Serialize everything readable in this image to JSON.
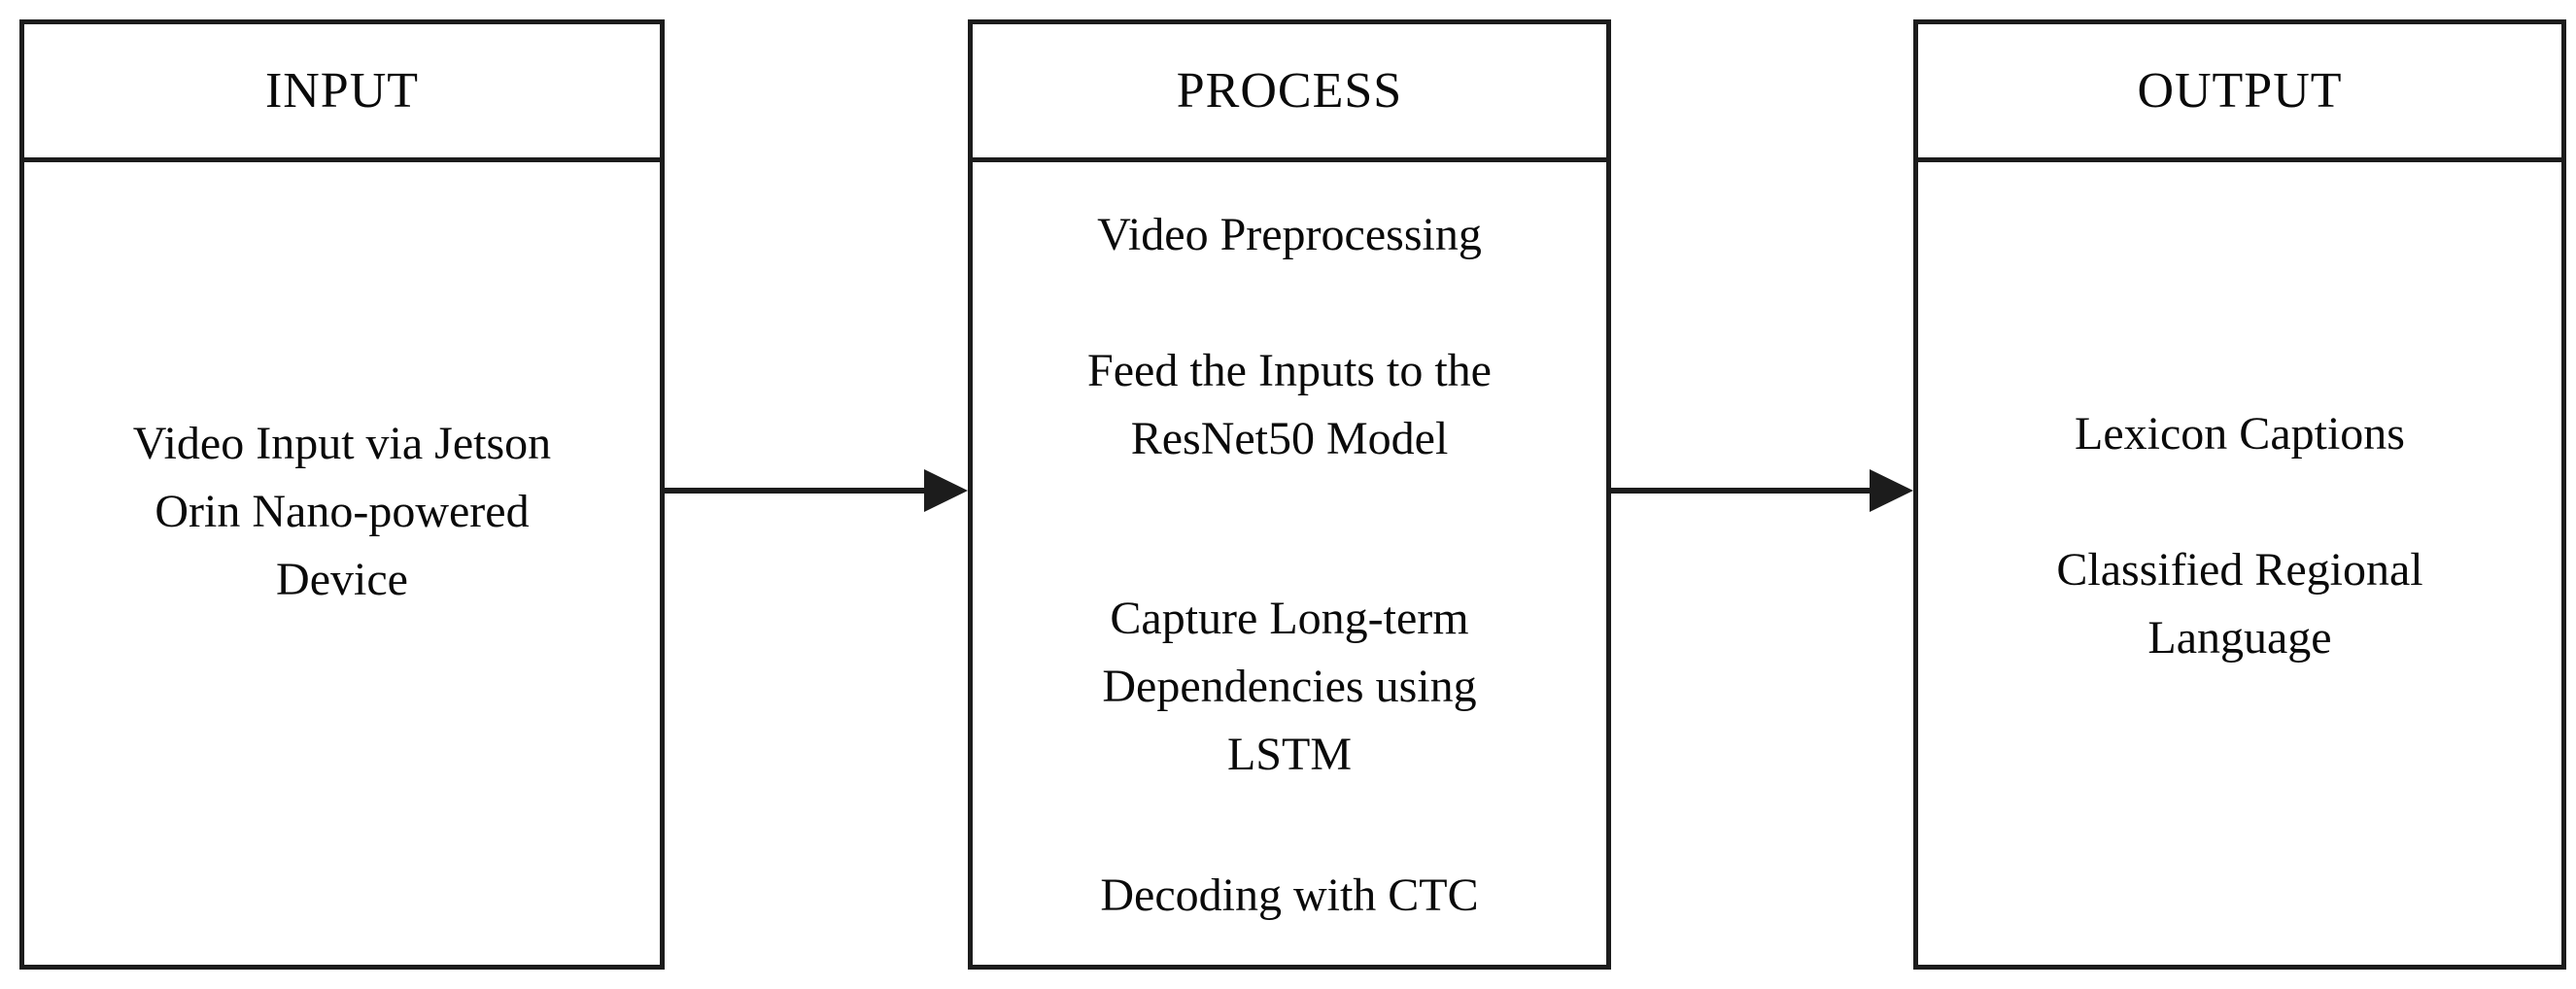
{
  "diagram": {
    "boxes": [
      {
        "title": "INPUT",
        "paragraphs": [
          [
            "Video Input via Jetson",
            "Orin Nano-powered",
            "Device"
          ]
        ]
      },
      {
        "title": "PROCESS",
        "paragraphs": [
          [
            "Video Preprocessing"
          ],
          [
            "Feed the Inputs to the",
            "ResNet50 Model"
          ],
          [
            "Capture Long-term",
            "Dependencies using",
            "LSTM"
          ],
          [
            "Decoding with CTC"
          ]
        ]
      },
      {
        "title": "OUTPUT",
        "paragraphs": [
          [
            "Lexicon Captions"
          ],
          [
            "Classified Regional",
            "Language"
          ]
        ]
      }
    ],
    "arrows": [
      {
        "from": "INPUT",
        "to": "PROCESS"
      },
      {
        "from": "PROCESS",
        "to": "OUTPUT"
      }
    ],
    "colors": {
      "stroke": "#1c1c1c",
      "text": "#0a0a0a",
      "background": "#ffffff"
    }
  }
}
